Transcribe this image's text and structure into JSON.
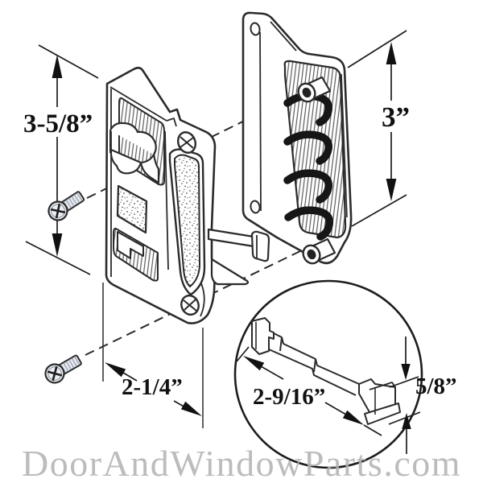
{
  "diagram": {
    "dimensions": {
      "latch_height": "3-5/8”",
      "handle_height": "3”",
      "latch_width": "2-1/4”",
      "keeper_length": "2-9/16”",
      "keeper_height": "5/8”"
    },
    "watermark": "DoorAndWindowParts.com",
    "colors": {
      "line": "#2b2b2b",
      "screw_fill": "#e6e9ef",
      "watermark": "#b3b3b3",
      "background": "#ffffff"
    }
  }
}
